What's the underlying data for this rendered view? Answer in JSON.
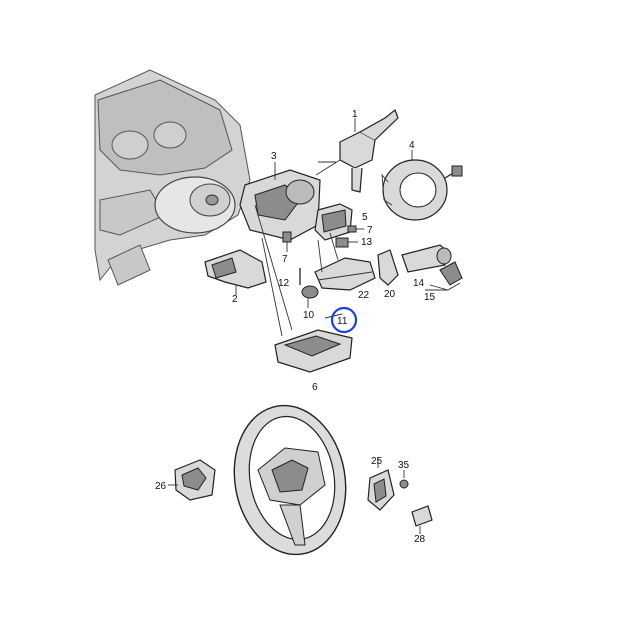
{
  "callouts": {
    "c1": "1",
    "c2": "2",
    "c3": "3",
    "c4": "4",
    "c5": "5",
    "c6": "6",
    "c7a": "7",
    "c7b": "7",
    "c10": "10",
    "c11": "11",
    "c12": "12",
    "c13": "13",
    "c14": "14",
    "c15": "15",
    "c20": "20",
    "c22": "22",
    "c25": "25",
    "c26": "26",
    "c28": "28",
    "c35": "35"
  },
  "highlight": {
    "callout": "11",
    "color": "#1f3fd0"
  }
}
